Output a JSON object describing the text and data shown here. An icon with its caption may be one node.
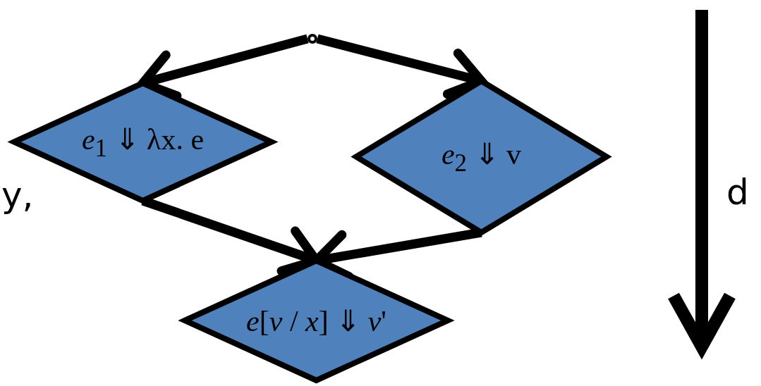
{
  "diagram": {
    "nodes": [
      {
        "text": [],
        "shape": "circle"
      },
      {
        "text": [
          "*e*$_{1}$ ⇓ λx. e"
        ]
      },
      {
        "text": [
          "*e*$_{2}$ ⇓ v"
        ]
      },
      {
        "text": [
          "*e*[*v* / *x*] ⇓ *v*'"
        ]
      }
    ],
    "edges": [
      {
        "from": 0,
        "to": 1,
        "arrow": "to"
      },
      {
        "from": 0,
        "to": 2,
        "arrow": "to"
      },
      {
        "from": 1,
        "to": 3,
        "arrow": "to"
      },
      {
        "from": 2,
        "to": 3,
        "arrow": "to"
      }
    ],
    "labels": [
      "y,",
      "d"
    ]
  }
}
